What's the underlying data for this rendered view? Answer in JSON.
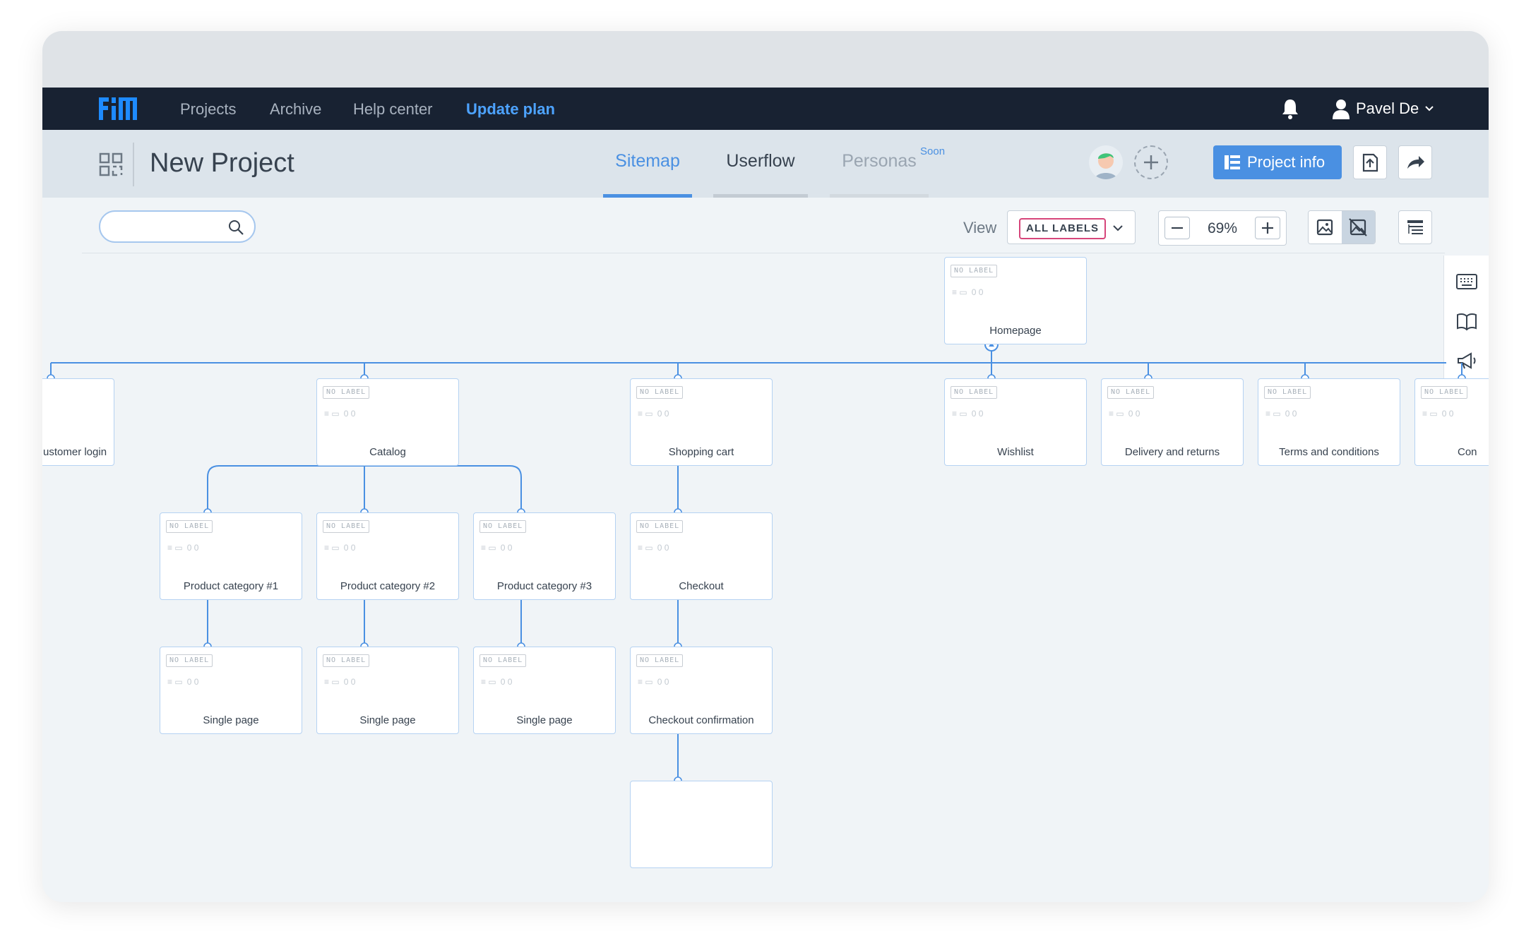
{
  "nav": {
    "items": [
      "Projects",
      "Archive",
      "Help center"
    ],
    "upgrade": "Update plan",
    "user_name": "Pavel De",
    "logo_icon": "fm-logo",
    "bell_icon": "bell-icon"
  },
  "project": {
    "title": "New Project",
    "tabs": [
      {
        "label": "Sitemap",
        "state": "active"
      },
      {
        "label": "Userflow",
        "state": "normal"
      },
      {
        "label": "Personas",
        "state": "disabled",
        "badge": "Soon"
      }
    ],
    "project_info_label": "Project info"
  },
  "toolbar": {
    "view_label": "View",
    "view_value": "ALL LABELS",
    "zoom": "69%",
    "search_placeholder": ""
  },
  "sitemap": {
    "no_label": "NO LABEL",
    "meta": "0  0",
    "pages": {
      "homepage": "Homepage",
      "customer_login": "ustomer login",
      "catalog": "Catalog",
      "shopping_cart": "Shopping cart",
      "wishlist": "Wishlist",
      "delivery": "Delivery and returns",
      "terms": "Terms and conditions",
      "contact": "Con",
      "cat1": "Product category #1",
      "cat2": "Product category #2",
      "cat3": "Product category #3",
      "checkout": "Checkout",
      "single1": "Single page",
      "single2": "Single page",
      "single3": "Single page",
      "checkout_confirmation": "Checkout confirmation"
    }
  },
  "colors": {
    "accent": "#4a90e2",
    "nav_bg": "#182232",
    "link_line": "#4a90e2",
    "label_chip_border": "#d6457a"
  }
}
